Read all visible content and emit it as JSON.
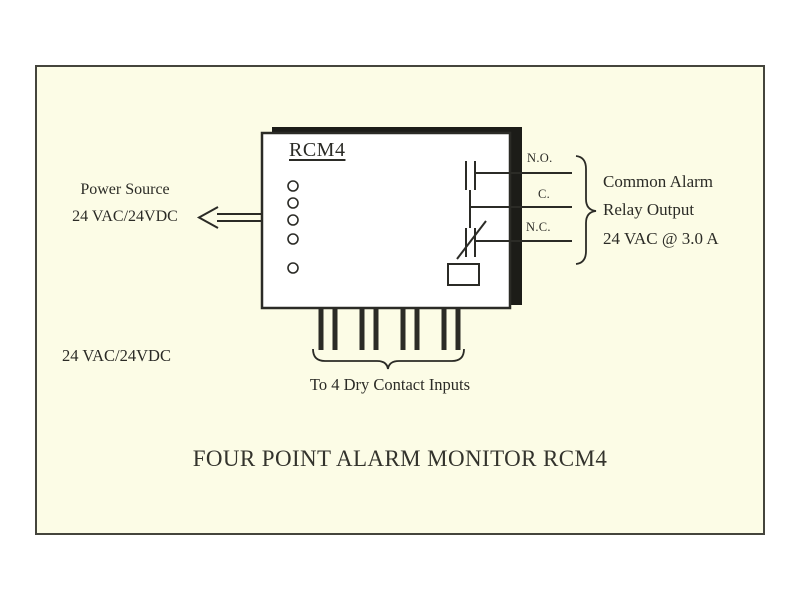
{
  "colors": {
    "panel_bg": "#fcfce6",
    "panel_border": "#45453c",
    "ink": "#2b2b26"
  },
  "device": {
    "label": "RCM4",
    "led_count": 5
  },
  "power_source": {
    "line1": "Power Source",
    "line2": "24 VAC/24VDC"
  },
  "relay_output": {
    "no": "N.O.",
    "c": "C.",
    "nc": "N.C.",
    "line1": "Common Alarm",
    "line2": "Relay Output",
    "line3": "24 VAC @ 3.0 A"
  },
  "bottom": {
    "supply": "24 VAC/24VDC",
    "inputs": "To 4 Dry Contact Inputs"
  },
  "title": "FOUR POINT ALARM MONITOR RCM4"
}
